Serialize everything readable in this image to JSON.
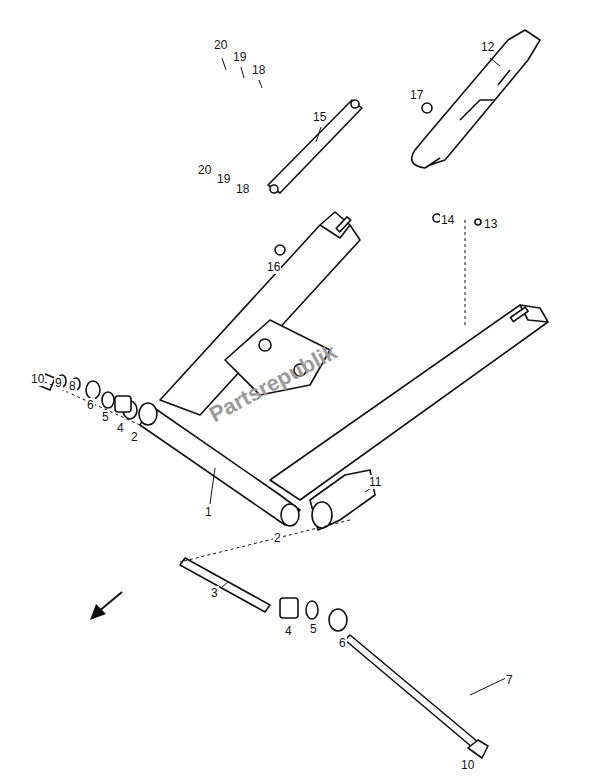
{
  "diagram": {
    "labels": [
      "20",
      "19",
      "18",
      "12",
      "15",
      "17",
      "20",
      "19",
      "18",
      "14",
      "13",
      "16",
      "10",
      "9",
      "8",
      "6",
      "5",
      "4",
      "2",
      "1",
      "2",
      "11",
      "3",
      "4",
      "5",
      "6",
      "7",
      "10",
      "Partsrepublik"
    ]
  }
}
